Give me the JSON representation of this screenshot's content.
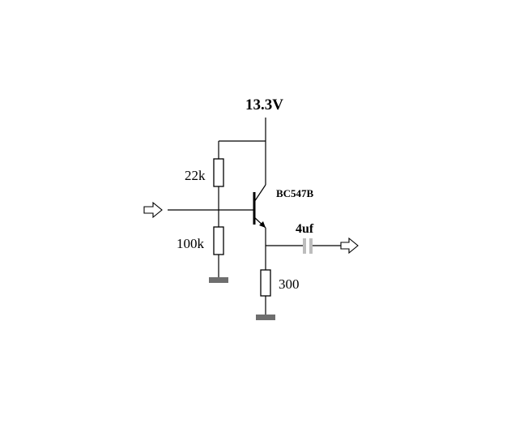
{
  "labels": {
    "supply": "13.3V",
    "r_top": "22k",
    "r_bottom": "100k",
    "transistor": "BC547B",
    "capacitor": "4uf",
    "r_emitter": "300"
  },
  "colors": {
    "line": "#000000",
    "ground": "#6e6e6e",
    "capacitor": "#bdbdbd",
    "background": "#ffffff"
  },
  "icons": {
    "input": "hollow-arrow-right",
    "output": "hollow-arrow-right"
  }
}
